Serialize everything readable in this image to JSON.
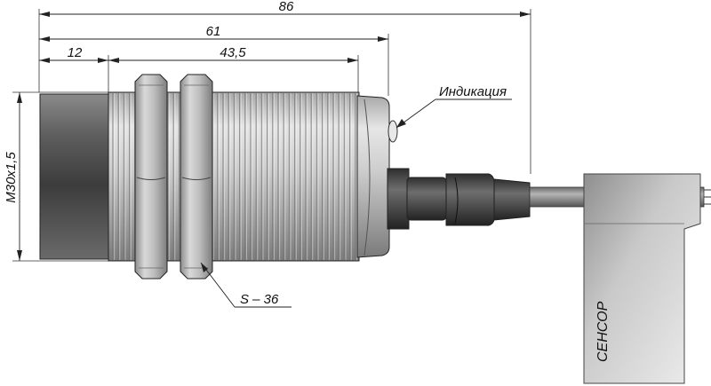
{
  "dimensions": {
    "overall_length": "86",
    "housing_length": "61",
    "front_length": "12",
    "thread_length": "43,5",
    "thread_spec": "M30x1,5",
    "wrench_size": "S – 36"
  },
  "callouts": {
    "indication": "Индикация"
  },
  "label": {
    "brand": "СЕНСОР"
  },
  "colors": {
    "line": "#222222",
    "metal_dark": "#5a5a5a",
    "metal_light": "#d8d8d8"
  }
}
